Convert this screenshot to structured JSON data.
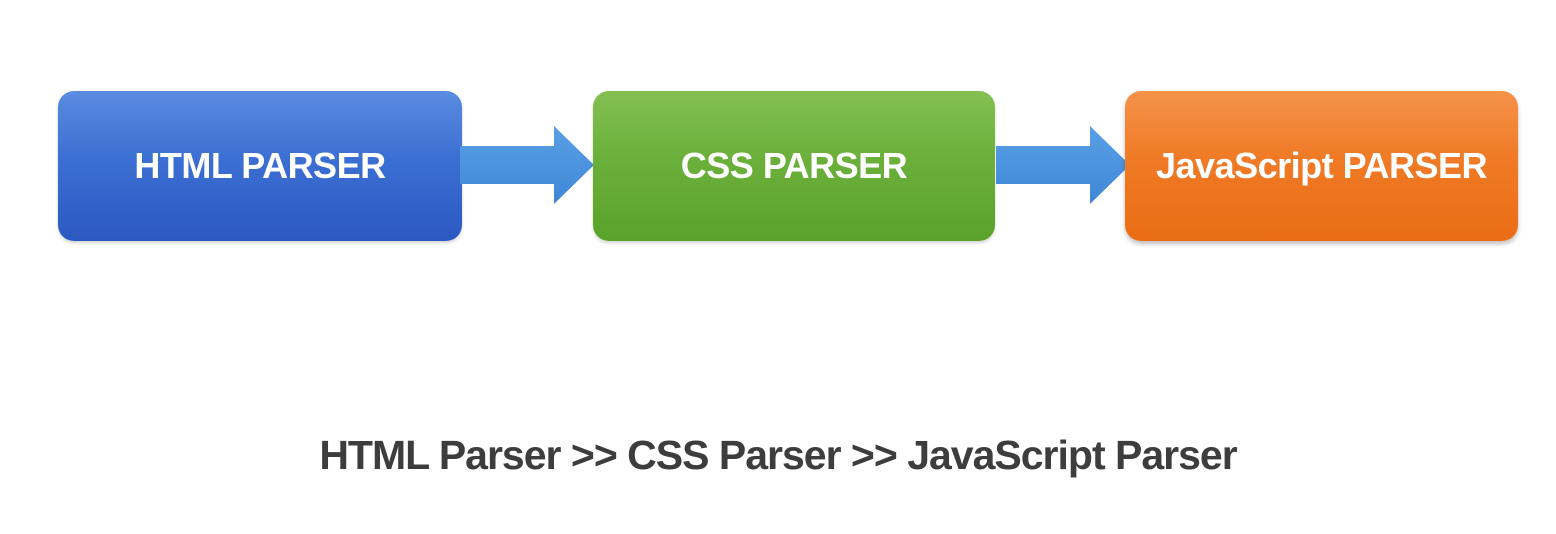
{
  "diagram": {
    "nodes": [
      {
        "id": "html",
        "label": "HTML PARSER",
        "color": "#3c6fd3"
      },
      {
        "id": "css",
        "label": "CSS PARSER",
        "color": "#6bb03a"
      },
      {
        "id": "js",
        "label": "JavaScript PARSER",
        "color": "#f07a26"
      }
    ],
    "edges": [
      {
        "from": "html",
        "to": "css"
      },
      {
        "from": "css",
        "to": "js"
      }
    ],
    "arrow_color": "#4a90dd",
    "caption": "HTML Parser >> CSS Parser >> JavaScript Parser"
  }
}
